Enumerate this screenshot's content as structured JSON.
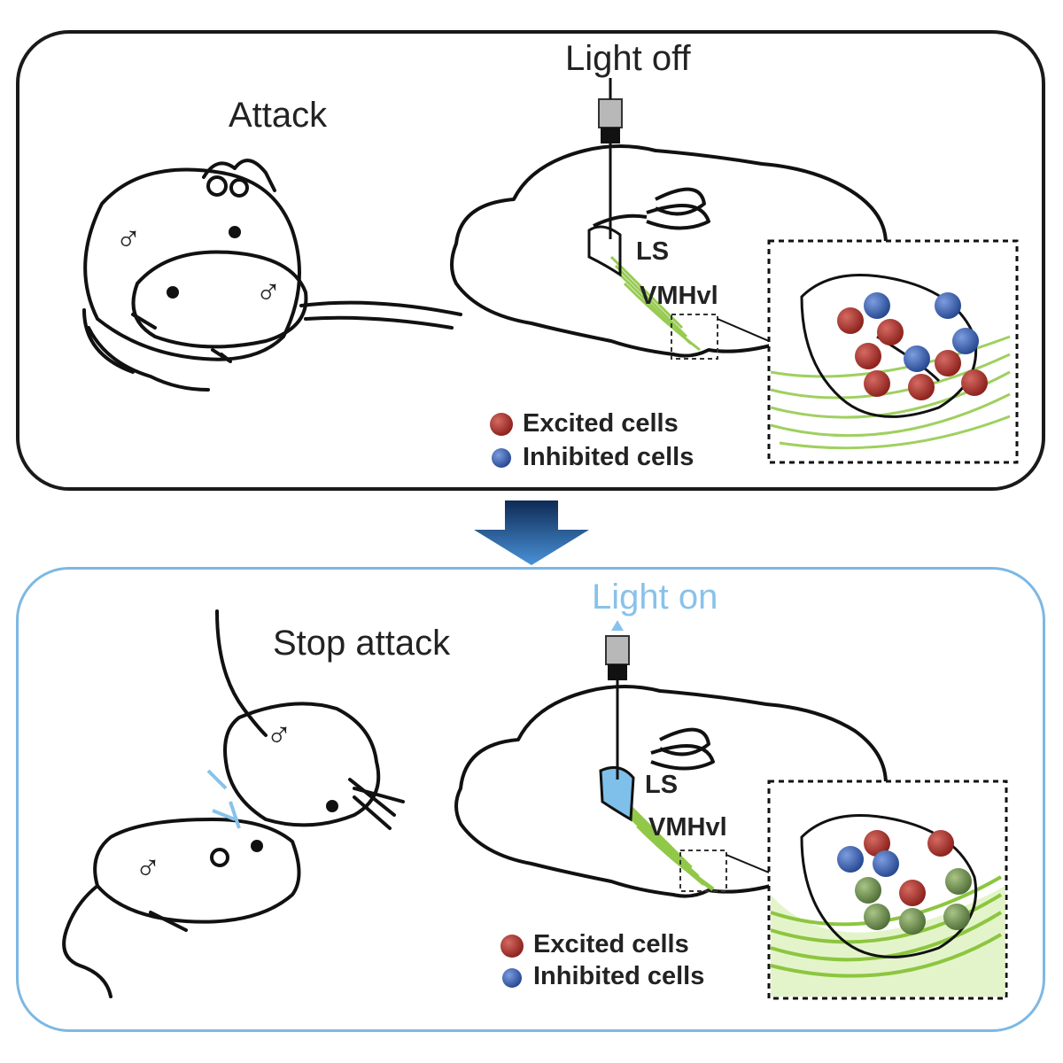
{
  "top": {
    "behavior": "Attack",
    "light": "Light off",
    "region_ls": "LS",
    "region_vmh": "VMHvl",
    "legend": [
      "Excited cells",
      "Inhibited cells"
    ],
    "male_symbol": "♂"
  },
  "bottom": {
    "behavior": "Stop attack",
    "light": "Light on",
    "region_ls": "LS",
    "region_vmh": "VMHvl",
    "legend": [
      "Excited cells",
      "Inhibited cells"
    ],
    "male_symbol": "♂"
  },
  "colors": {
    "excited": "#a8322a",
    "inhibited": "#3a64b4",
    "neutral": "#6f8f52",
    "fiber": "#8cc63f",
    "light_on": "#88c2ea",
    "arrow": "#2f6fb8"
  }
}
